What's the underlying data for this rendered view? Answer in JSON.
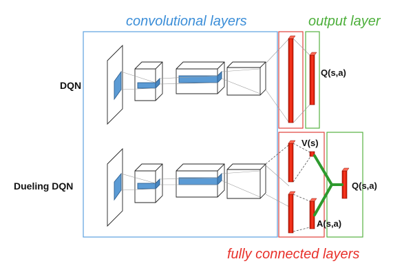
{
  "labels": {
    "conv_layers": "convolutional layers",
    "output_layer": "output layer",
    "fc_layers": "fully connected layers",
    "dqn": "DQN",
    "dueling_dqn": "Dueling DQN",
    "q_top": "Q(s,a)",
    "v": "V(s)",
    "a": "A(s,a)",
    "q_bottom": "Q(s,a)"
  },
  "colors": {
    "conv_box": "#5aa0e0",
    "fc_box": "#e0403a",
    "output_box": "#55b040",
    "conv_text": "#3b8ed8",
    "fc_text": "#e8302a",
    "output_text": "#4caf3a",
    "red_bar": "#ee2a1a",
    "blue_block": "#5b9bd5",
    "green_merge": "#2e9a2e"
  }
}
